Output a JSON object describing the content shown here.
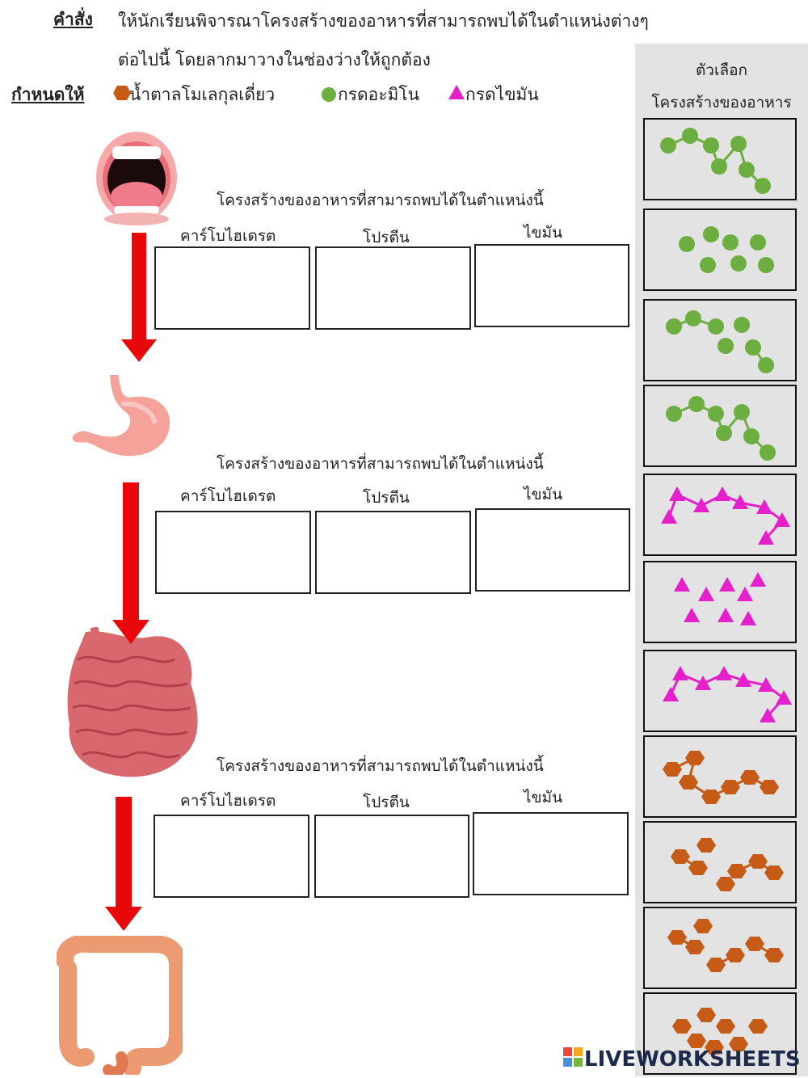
{
  "instruction": {
    "label": "คำสั่ง",
    "line1": "ให้นักเรียนพิจารณาโครงสร้างของอาหารที่สามารถพบได้ในตำแหน่งต่างๆ",
    "line2": "ต่อไปนี้ โดยลากมาวางในช่องว่างให้ถูกต้อง"
  },
  "legend": {
    "label": "กำหนดให้",
    "items": [
      {
        "icon": "hexagon-icon",
        "color": "#c65a17",
        "text": "น้ำตาลโมเลกุลเดี่ยว"
      },
      {
        "icon": "circle-icon",
        "color": "#6cae3f",
        "text": "กรดอะมิโน"
      },
      {
        "icon": "triangle-icon",
        "color": "#e51fc9",
        "text": "กรดไขมัน"
      }
    ]
  },
  "sections": [
    {
      "organ": "mouth",
      "title": "โครงสร้างของอาหารที่สามารถพบได้ในตำแหน่งนี้",
      "columns": [
        "คาร์โบไฮเดรต",
        "โปรตีน",
        "ไขมัน"
      ]
    },
    {
      "organ": "stomach",
      "title": "โครงสร้างของอาหารที่สามารถพบได้ในตำแหน่งนี้",
      "columns": [
        "คาร์โบไฮเดรต",
        "โปรตีน",
        "ไขมัน"
      ]
    },
    {
      "organ": "small-intestine",
      "title": "โครงสร้างของอาหารที่สามารถพบได้ในตำแหน่งนี้",
      "columns": [
        "คาร์โบไฮเดรต",
        "โปรตีน",
        "ไขมัน"
      ]
    }
  ],
  "options_panel": {
    "title_line1": "ตัวเลือก",
    "title_line2": "โครงสร้างของอาหาร",
    "cards": [
      {
        "kind": "amino-acid-chain-long",
        "color": "#6cae3f"
      },
      {
        "kind": "amino-acids-free",
        "color": "#6cae3f"
      },
      {
        "kind": "amino-acid-short-chains",
        "color": "#6cae3f"
      },
      {
        "kind": "amino-acid-chain-long",
        "color": "#6cae3f"
      },
      {
        "kind": "fatty-acid-chain",
        "color": "#e51fc9"
      },
      {
        "kind": "fatty-acids-free",
        "color": "#e51fc9"
      },
      {
        "kind": "fatty-acid-chain",
        "color": "#e51fc9"
      },
      {
        "kind": "sugar-chain",
        "color": "#c65a17"
      },
      {
        "kind": "sugar-short-chains",
        "color": "#c65a17"
      },
      {
        "kind": "sugar-short-chains",
        "color": "#c65a17"
      },
      {
        "kind": "sugar-free",
        "color": "#c65a17"
      }
    ]
  },
  "colors": {
    "arrow": "#e8070a",
    "panel_bg": "#e3e3e3"
  },
  "watermark": "LIVEWORKSHEETS"
}
